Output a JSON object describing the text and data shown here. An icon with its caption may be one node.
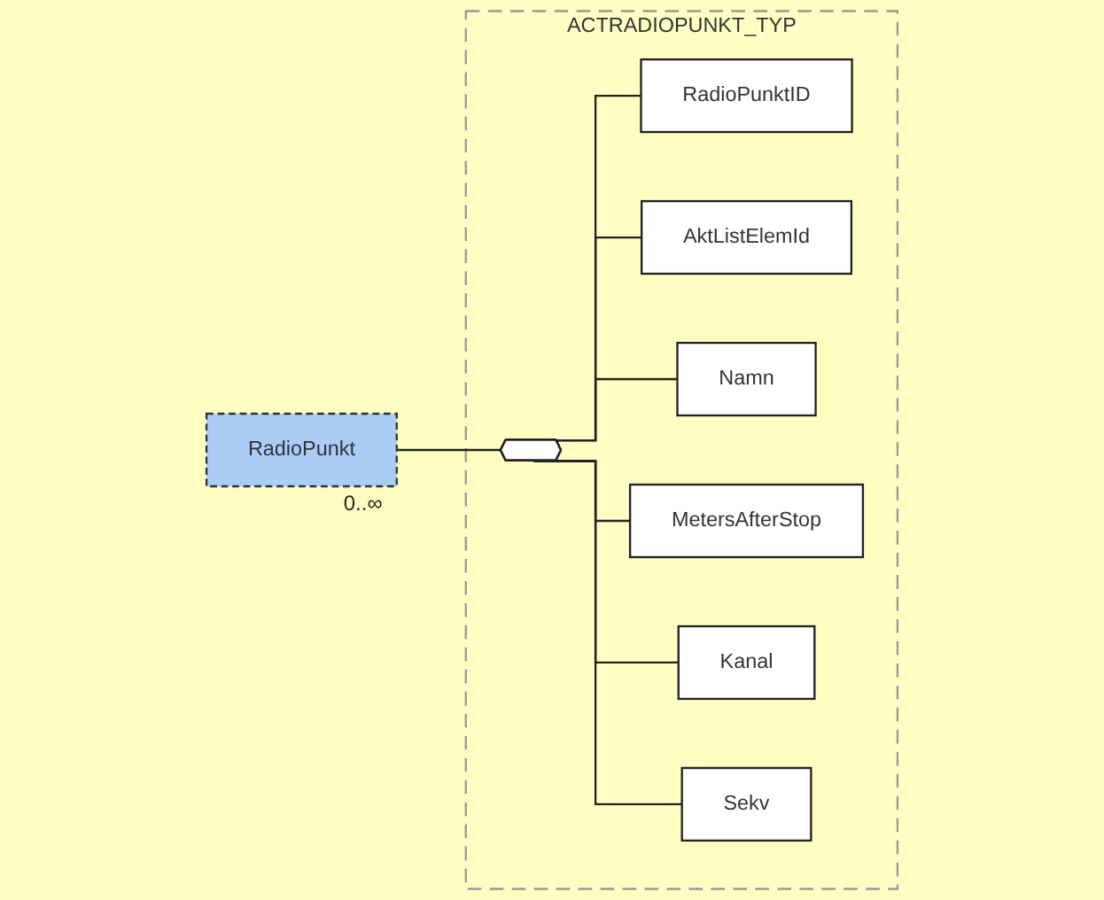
{
  "diagram": {
    "nodes": [
      {
        "text": [
          "RadioPunkt"
        ],
        "beside": [
          "0..∞"
        ]
      },
      {
        "text": [
          "ACTRADIOPUNKT_TYP"
        ]
      },
      {
        "text": [],
        "shape": "octagon",
        "in": 1
      },
      {
        "text": [
          "RadioPunktID"
        ],
        "in": 1
      },
      {
        "text": [
          "AktListElemId"
        ],
        "in": 1
      },
      {
        "text": [
          "Namn"
        ],
        "in": 1
      },
      {
        "text": [
          "MetersAfterStop"
        ],
        "in": 1
      },
      {
        "text": [
          "Kanal"
        ],
        "in": 1
      },
      {
        "text": [
          "Sekv"
        ],
        "in": 1
      }
    ],
    "edges": [
      {
        "from": 0,
        "to": 2,
        "arrow": "none"
      },
      {
        "from": 2,
        "to": 3,
        "arrow": "none"
      },
      {
        "from": 2,
        "to": 4,
        "arrow": "none"
      },
      {
        "from": 2,
        "to": 5,
        "arrow": "none"
      },
      {
        "from": 2,
        "to": 6,
        "arrow": "none"
      },
      {
        "from": 2,
        "to": 7,
        "arrow": "none"
      },
      {
        "from": 2,
        "to": 8,
        "arrow": "none"
      }
    ]
  }
}
